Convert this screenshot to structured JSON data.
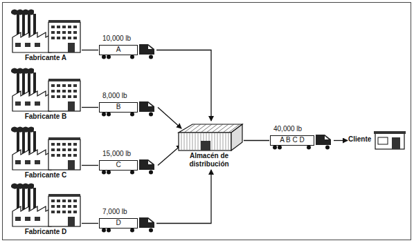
{
  "diagram": {
    "nodes": [
      {
        "text": [
          "Fabricante A"
        ]
      },
      {
        "text": [
          "10,000 lb",
          "A"
        ]
      },
      {
        "text": [
          "Fabricante B"
        ]
      },
      {
        "text": [
          "8,000 lb",
          "B"
        ]
      },
      {
        "text": [
          "Fabricante C"
        ]
      },
      {
        "text": [
          "15,000 lb",
          "C"
        ]
      },
      {
        "text": [
          "Fabricante D"
        ]
      },
      {
        "text": [
          "7,000 lb",
          "D"
        ]
      },
      {
        "text": [
          "Almacén de distribución"
        ]
      },
      {
        "text": [
          "40,000 lb",
          "A B C D"
        ]
      },
      {
        "text": [
          "Cliente"
        ]
      }
    ],
    "edges": [
      {
        "from": 0,
        "to": 1,
        "arrow": "none"
      },
      {
        "from": 2,
        "to": 3,
        "arrow": "none"
      },
      {
        "from": 4,
        "to": 5,
        "arrow": "none"
      },
      {
        "from": 6,
        "to": 7,
        "arrow": "none"
      },
      {
        "from": 1,
        "to": 8,
        "arrow": "to"
      },
      {
        "from": 3,
        "to": 8,
        "arrow": "to"
      },
      {
        "from": 5,
        "to": 8,
        "arrow": "to"
      },
      {
        "from": 7,
        "to": 8,
        "arrow": "to"
      },
      {
        "from": 8,
        "to": 9,
        "arrow": "none"
      },
      {
        "from": 9,
        "to": 10,
        "arrow": "to"
      }
    ]
  }
}
